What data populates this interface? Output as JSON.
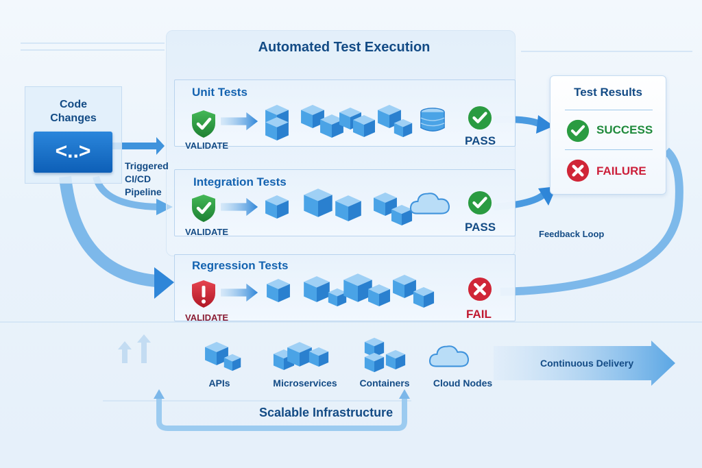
{
  "title": "Automated Test Execution",
  "code_changes": {
    "title_line1": "Code",
    "title_line2": "Changes",
    "code_symbol": "<..>",
    "icon": "code-brackets-icon"
  },
  "trigger": {
    "line1": "Triggered",
    "line2": "CI/CD",
    "line3": "Pipeline"
  },
  "stages": [
    {
      "name": "Unit Tests",
      "validate_label": "VALIDATE",
      "validate_icon": "shield-check-icon",
      "components": [
        "server-icon",
        "server-icon",
        "server-icon",
        "server-icon",
        "server-icon",
        "database-icon"
      ],
      "result_label": "PASS",
      "result_icon": "check-circle-icon",
      "status": "pass"
    },
    {
      "name": "Integration Tests",
      "validate_label": "VALIDATE",
      "validate_icon": "shield-check-icon",
      "components": [
        "server-icon",
        "server-icon",
        "server-icon",
        "server-icon",
        "cloud-icon"
      ],
      "result_label": "PASS",
      "result_icon": "check-circle-icon",
      "status": "pass"
    },
    {
      "name": "Regression Tests",
      "validate_label": "VALIDATE",
      "validate_icon": "shield-alert-icon",
      "components": [
        "server-icon",
        "server-icon",
        "server-icon",
        "server-icon",
        "server-icon"
      ],
      "result_label": "FAIL",
      "result_icon": "x-circle-icon",
      "status": "fail"
    }
  ],
  "results": {
    "title": "Test Results",
    "success_label": "SUCCESS",
    "failure_label": "FAILURE"
  },
  "feedback_label": "Feedback Loop",
  "infrastructure": {
    "items": [
      {
        "label": "APIs",
        "icon": "api-server-icon"
      },
      {
        "label": "Microservices",
        "icon": "microservices-icon"
      },
      {
        "label": "Containers",
        "icon": "containers-icon"
      },
      {
        "label": "Cloud Nodes",
        "icon": "cloud-icon"
      }
    ],
    "title": "Scalable Infrastructure",
    "delivery_label": "Continuous Delivery"
  },
  "colors": {
    "primary": "#134b85",
    "accent": "#1463b0",
    "success": "#1f8a3b",
    "failure": "#cc1f3a",
    "arrow": "#3f93dc"
  }
}
